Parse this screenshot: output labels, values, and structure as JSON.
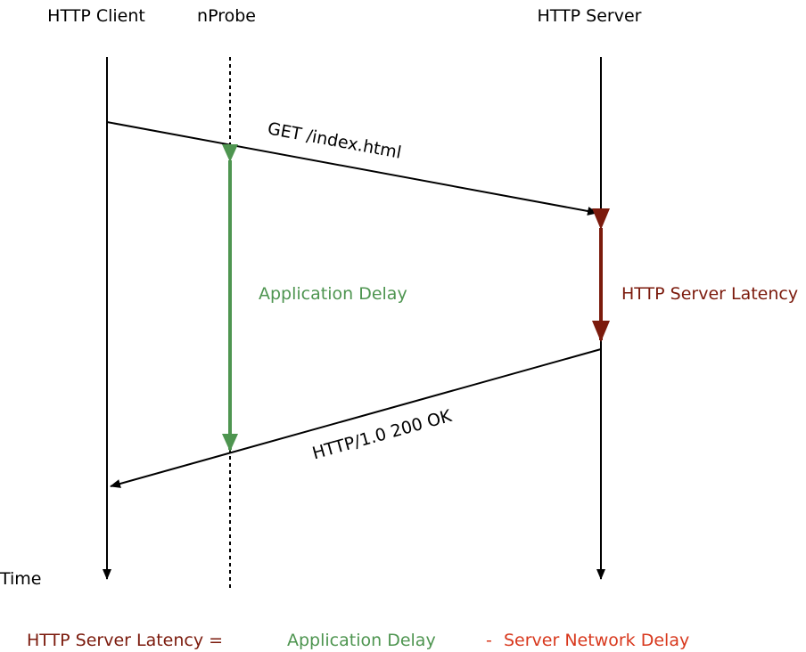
{
  "participants": {
    "client": "HTTP Client",
    "probe": "nProbe",
    "server": "HTTP Server"
  },
  "messages": {
    "request": "GET /index.html",
    "response": "HTTP/1.0 200 OK"
  },
  "intervals": {
    "application_delay": "Application Delay",
    "server_latency": "HTTP Server Latency"
  },
  "time_label": "Time",
  "formula": {
    "lhs": "HTTP Server Latency =",
    "term1": "Application Delay",
    "minus": "-",
    "term2": "Server Network Delay"
  },
  "colors": {
    "black": "#000000",
    "green": "#4e9550",
    "dark_red": "#7b1a0c",
    "red": "#d8381d"
  }
}
